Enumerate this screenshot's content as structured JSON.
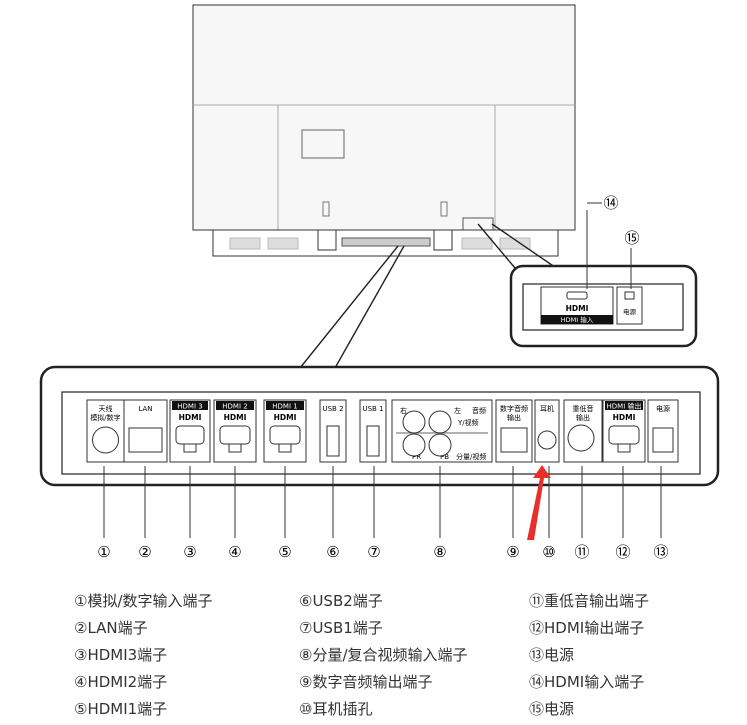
{
  "tv": {
    "side_ports": [
      {
        "num": "⑭",
        "label": "HDMI 输入",
        "logo": "HDMI"
      },
      {
        "num": "⑮",
        "label": "电源"
      }
    ]
  },
  "panel": {
    "ports": [
      {
        "num": "①",
        "label": "天线\n模拟/数字"
      },
      {
        "num": "②",
        "label": "LAN"
      },
      {
        "num": "③",
        "label": "HDMI 3",
        "logo": "HDMI"
      },
      {
        "num": "④",
        "label": "HDMI 2",
        "logo": "HDMI"
      },
      {
        "num": "⑤",
        "label": "HDMI 1",
        "logo": "HDMI"
      },
      {
        "num": "⑥",
        "label": "USB 2"
      },
      {
        "num": "⑦",
        "label": "USB 1"
      },
      {
        "num": "⑧",
        "label": "右 左 音频 Y/视频 PR PB 分量/视频"
      },
      {
        "num": "⑨",
        "label": "数字音频\n输出"
      },
      {
        "num": "⑩",
        "label": "耳机"
      },
      {
        "num": "⑪",
        "label": "重低音\n输出"
      },
      {
        "num": "⑫",
        "label": "HDMI 输出",
        "logo": "HDMI"
      },
      {
        "num": "⑬",
        "label": "电源"
      }
    ],
    "composite_labels": {
      "right": "右",
      "left": "左",
      "audio": "音频",
      "yvideo": "Y/视频",
      "pr": "PR",
      "pb": "PB",
      "component": "分量/视频"
    }
  },
  "legend": [
    "①模拟/数字输入端子",
    "②LAN端子",
    "③HDMI3端子",
    "④HDMI2端子",
    "⑤HDMI1端子",
    "⑥USB2端子",
    "⑦USB1端子",
    "⑧分量/复合视频输入端子",
    "⑨数字音频输出端子",
    "⑩耳机插孔",
    "⑪重低音输出端子",
    "⑫HDMI输出端子",
    "⑬电源",
    "⑭HDMI输入端子",
    "⑮电源"
  ],
  "colors": {
    "arrow": "#e8302a",
    "line": "#222222"
  }
}
